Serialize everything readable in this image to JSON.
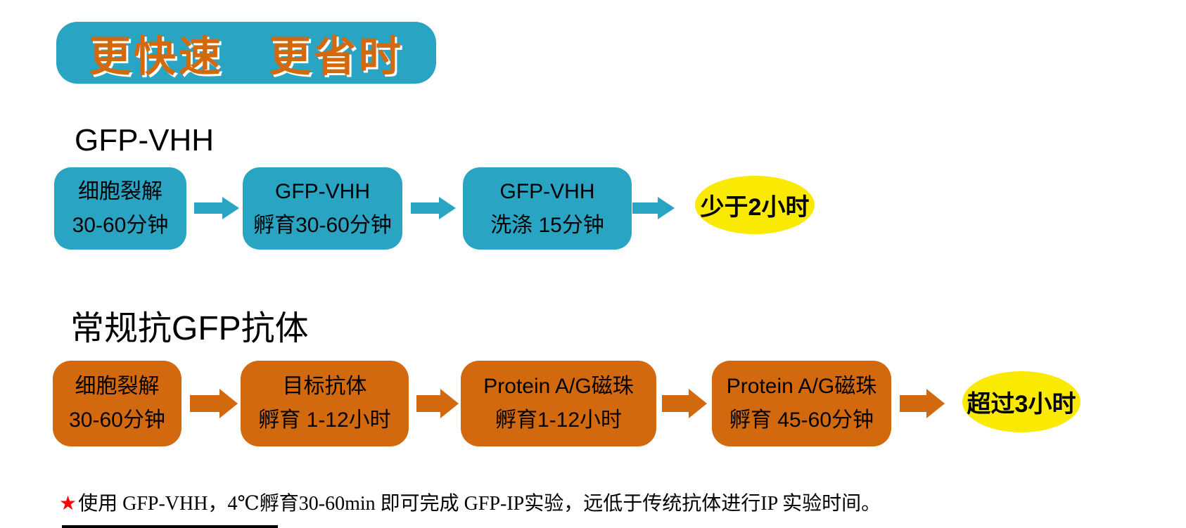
{
  "colors": {
    "teal": "#29A4C2",
    "orange": "#D2690E",
    "yellow": "#FAE900",
    "ink": "#000000",
    "star-red": "#FF0000",
    "white": "#FFFFFF"
  },
  "title": {
    "text": "更快速　更省时"
  },
  "flows": [
    {
      "label": "GFP-VHH",
      "result": "少于2小时",
      "steps": [
        {
          "line1": "细胞裂解",
          "line2": "30-60分钟"
        },
        {
          "line1": "GFP-VHH",
          "line2": "孵育30-60分钟"
        },
        {
          "line1": "GFP-VHH",
          "line2": "洗涤 15分钟"
        }
      ]
    },
    {
      "label": "常规抗GFP抗体",
      "result": "超过3小时",
      "steps": [
        {
          "line1": "细胞裂解",
          "line2": "30-60分钟"
        },
        {
          "line1": "目标抗体",
          "line2": "孵育 1-12小时"
        },
        {
          "line1": "Protein A/G磁珠",
          "line2": "孵育1-12小时"
        },
        {
          "line1": "Protein A/G磁珠",
          "line2": "孵育 45-60分钟"
        }
      ]
    }
  ],
  "footnote": {
    "star": "★",
    "text": "使用 GFP-VHH，4℃孵育30-60min 即可完成 GFP-IP实验，远低于传统抗体进行IP 实验时间。"
  }
}
